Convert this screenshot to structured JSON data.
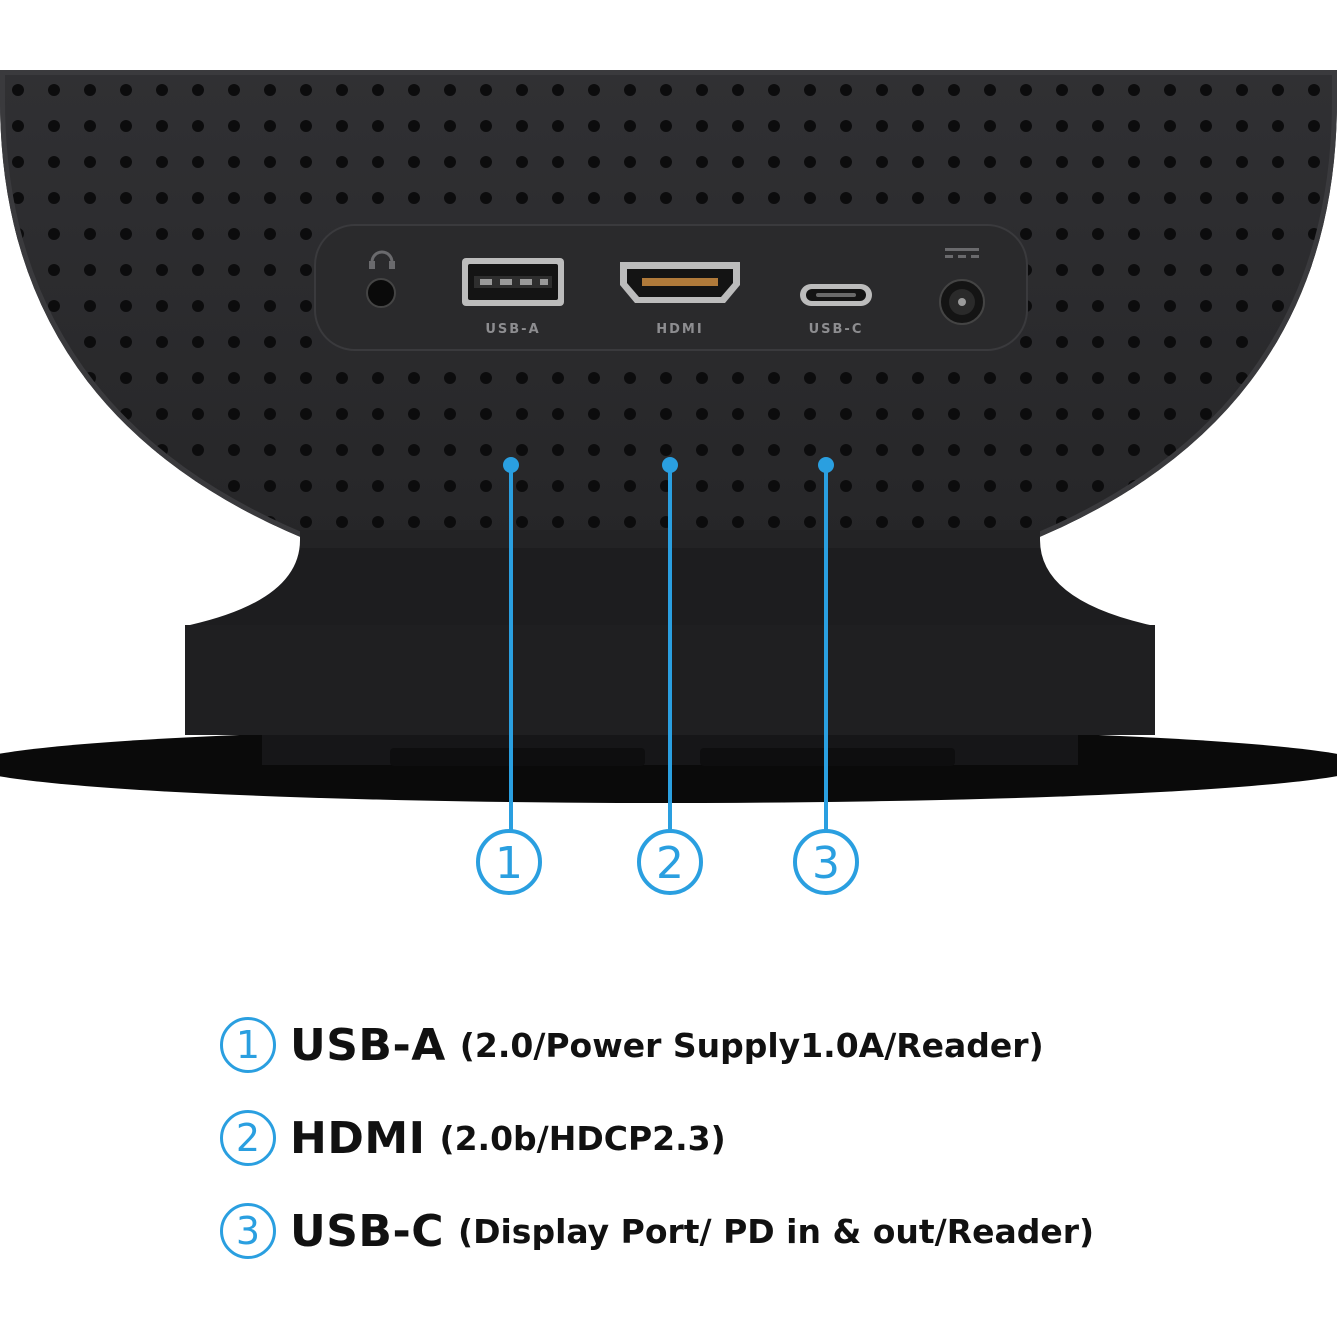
{
  "ports_panel": {
    "usb_a_label": "USB-A",
    "hdmi_label": "HDMI",
    "usb_c_label": "USB-C"
  },
  "callouts": [
    "1",
    "2",
    "3"
  ],
  "legend": [
    {
      "number": "1",
      "name": "USB-A",
      "spec": "(2.0/Power Supply1.0A/Reader)"
    },
    {
      "number": "2",
      "name": "HDMI",
      "spec": "(2.0b/HDCP2.3)"
    },
    {
      "number": "3",
      "name": "USB-C",
      "spec": "(Display Port/ PD in & out/Reader)"
    }
  ],
  "colors": {
    "accent": "#2a9fe0",
    "device_body": "#2b2b2d",
    "text": "#111111"
  },
  "icons": [
    "headphone-icon",
    "dc-power-icon"
  ]
}
